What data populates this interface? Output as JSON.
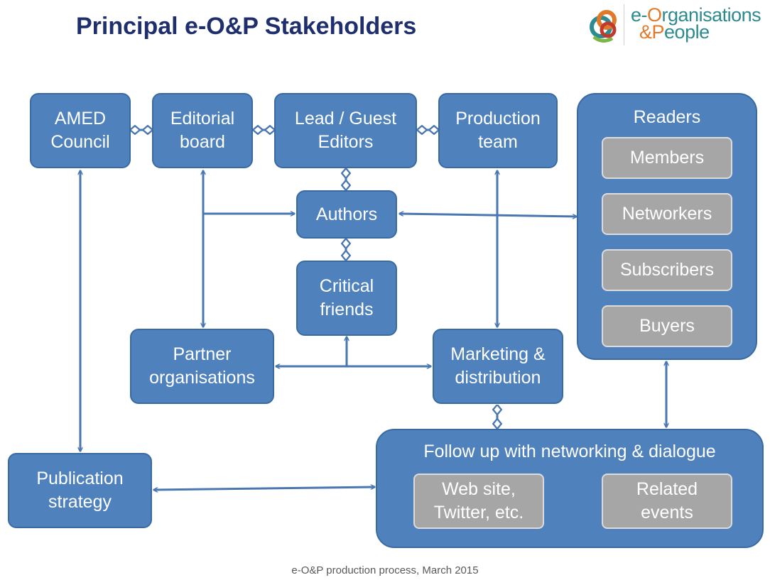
{
  "title": "Principal e-O&P Stakeholders",
  "logo": {
    "line1_prefix": "e-",
    "line1_highlight": "O",
    "line1_rest": "rganisations",
    "line2_highlight": "&P",
    "line2_rest": "eople"
  },
  "nodes": {
    "amed_council": "AMED\nCouncil",
    "editorial_board": "Editorial\nboard",
    "lead_guest_editors": "Lead / Guest\nEditors",
    "production_team": "Production\nteam",
    "authors": "Authors",
    "critical_friends": "Critical\nfriends",
    "partner_organisations": "Partner\norganisations",
    "marketing_distribution": "Marketing &\ndistribution",
    "publication_strategy": "Publication\nstrategy"
  },
  "readers": {
    "title": "Readers",
    "items": [
      "Members",
      "Networkers",
      "Subscribers",
      "Buyers"
    ]
  },
  "followup": {
    "title": "Follow up with networking & dialogue",
    "items": [
      "Web site,\nTwitter, etc.",
      "Related\nevents"
    ]
  },
  "colors": {
    "box_fill": "#4f81bd",
    "box_border": "#3a6aa0",
    "gray_fill": "#a6a6a6",
    "title_color": "#1f2f6e"
  },
  "footer": "e-O&P production process, March 2015"
}
